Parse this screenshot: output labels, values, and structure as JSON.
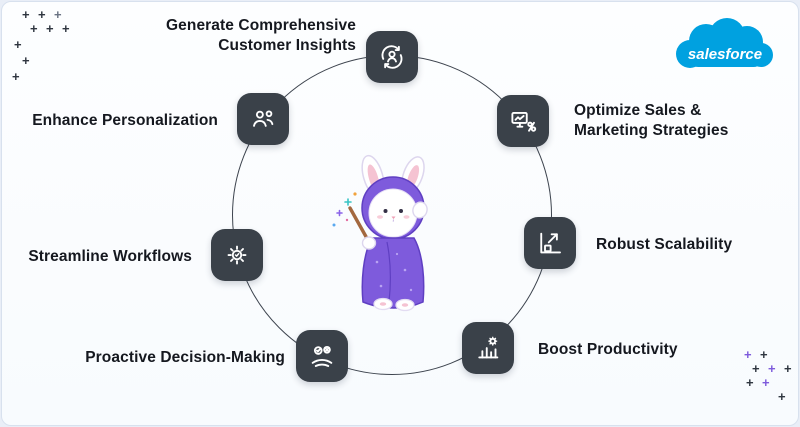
{
  "brand": {
    "logo_text": "salesforce",
    "cloud_color": "#00A1E0"
  },
  "decor": {
    "plus": "+"
  },
  "colors": {
    "node_bg": "#3A4149",
    "circle_stroke": "#3D444E",
    "accent_purple": "#7E5BDC"
  },
  "diagram": {
    "center_mascot": "wizard-rabbit-mascot",
    "nodes": [
      {
        "label": "Generate Comprehensive Customer Insights",
        "icon": "customer-insights-icon"
      },
      {
        "label": "Optimize Sales & Marketing Strategies",
        "icon": "sales-marketing-icon"
      },
      {
        "label": "Robust Scalability",
        "icon": "scalability-icon"
      },
      {
        "label": "Boost Productivity",
        "icon": "productivity-icon"
      },
      {
        "label": "Proactive Decision-Making",
        "icon": "decision-making-icon"
      },
      {
        "label": "Streamline Workflows",
        "icon": "workflow-gear-icon"
      },
      {
        "label": "Enhance Personalization",
        "icon": "personalization-icon"
      }
    ]
  }
}
